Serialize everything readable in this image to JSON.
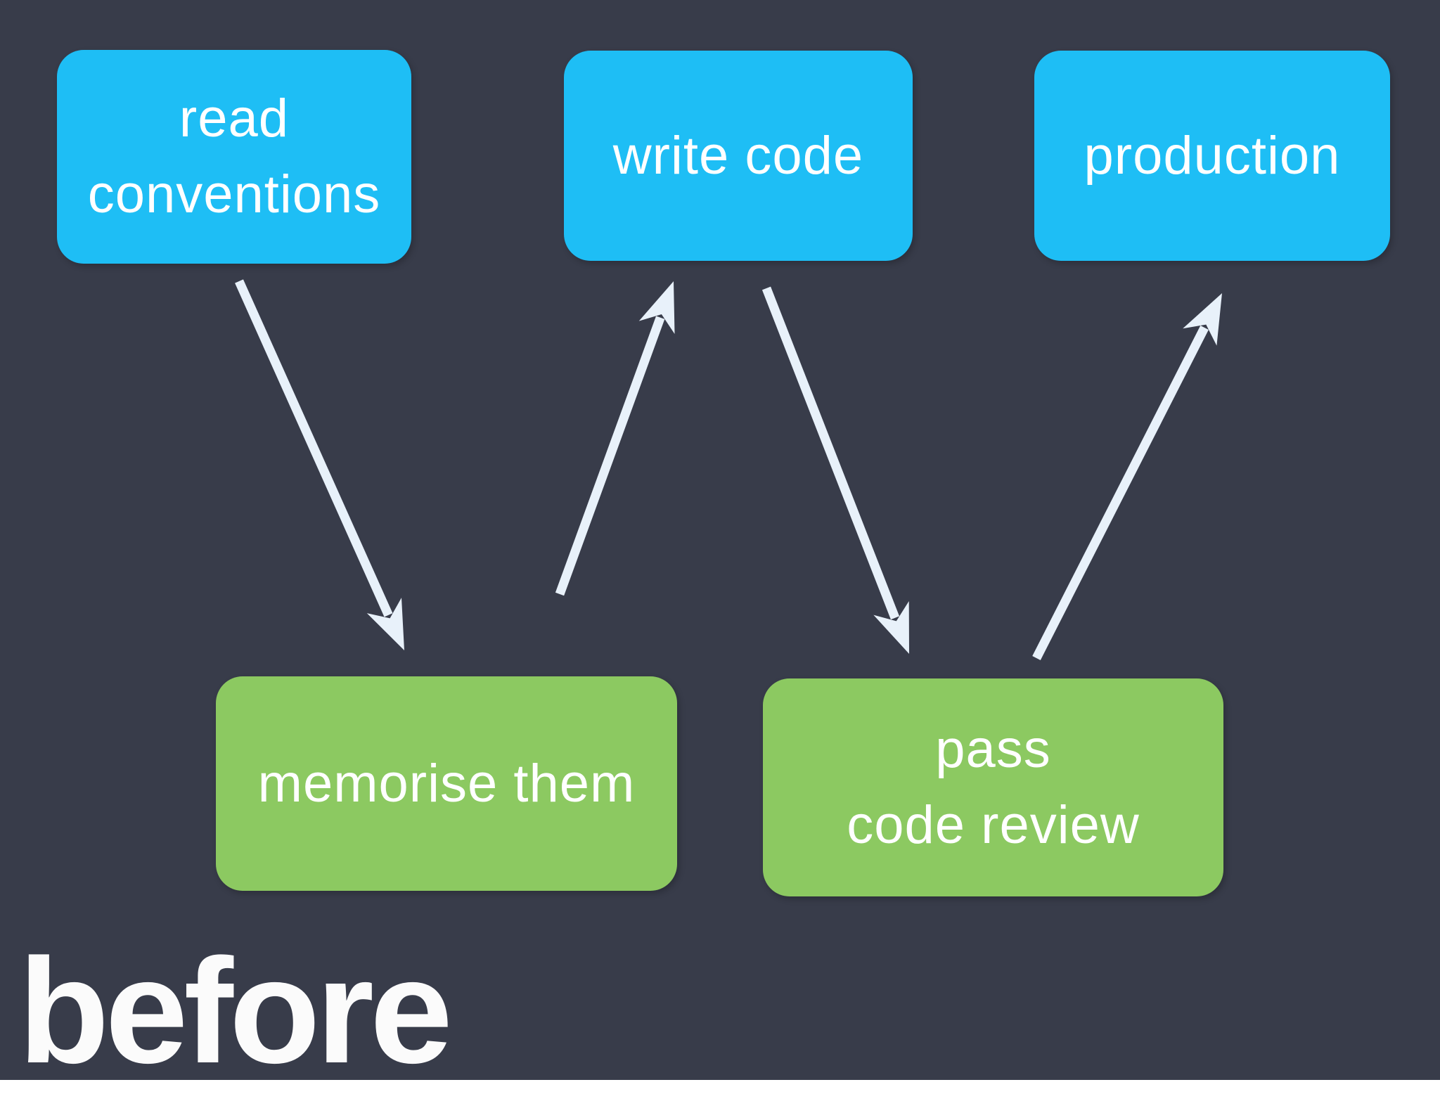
{
  "page": {
    "background": "#383c4a"
  },
  "colors": {
    "node_blue": "#1ebef5",
    "node_green": "#8cc961",
    "arrow": "#e8f1fa",
    "label_text": "#ffffff",
    "title_text": "#fbfbfb"
  },
  "title": {
    "label": "before"
  },
  "nodes": {
    "read_conventions": {
      "lines": [
        "read",
        "conventions"
      ],
      "color_role": "blue"
    },
    "write_code": {
      "lines": [
        "write code"
      ],
      "color_role": "blue"
    },
    "production": {
      "lines": [
        "production"
      ],
      "color_role": "blue"
    },
    "memorise_them": {
      "lines": [
        "memorise them"
      ],
      "color_role": "green"
    },
    "pass_code_review": {
      "lines": [
        "pass",
        "code review"
      ],
      "color_role": "green"
    }
  },
  "edges": [
    {
      "from": "read_conventions",
      "to": "memorise_them",
      "direction": "down"
    },
    {
      "from": "memorise_them",
      "to": "write_code",
      "direction": "up"
    },
    {
      "from": "write_code",
      "to": "pass_code_review",
      "direction": "down"
    },
    {
      "from": "pass_code_review",
      "to": "production",
      "direction": "up"
    }
  ]
}
